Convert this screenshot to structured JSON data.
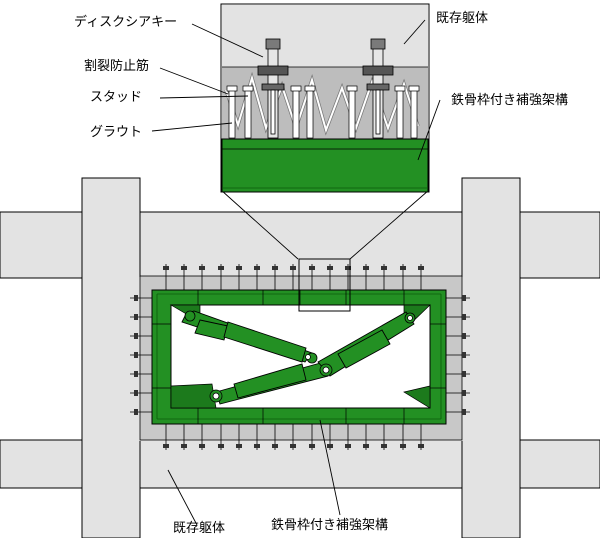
{
  "labels": {
    "disc_shear_key": "ディスクシアキー",
    "anti_crack_rebar": "割裂防止筋",
    "stud": "スタッド",
    "grout": "グラウト",
    "existing_structure_detail": "既存躯体",
    "steel_frame_brace_detail": "鉄骨枠付き補強架構",
    "existing_structure_bottom": "既存躯体",
    "steel_frame_brace_bottom": "鉄骨枠付き補強架構"
  },
  "colors": {
    "steel_green": "#239023",
    "steel_green_dark": "#0b5a0b",
    "concrete_grey": "#e3e3e3",
    "grout_grey": "#bdbdbd",
    "outline": "#000000"
  }
}
